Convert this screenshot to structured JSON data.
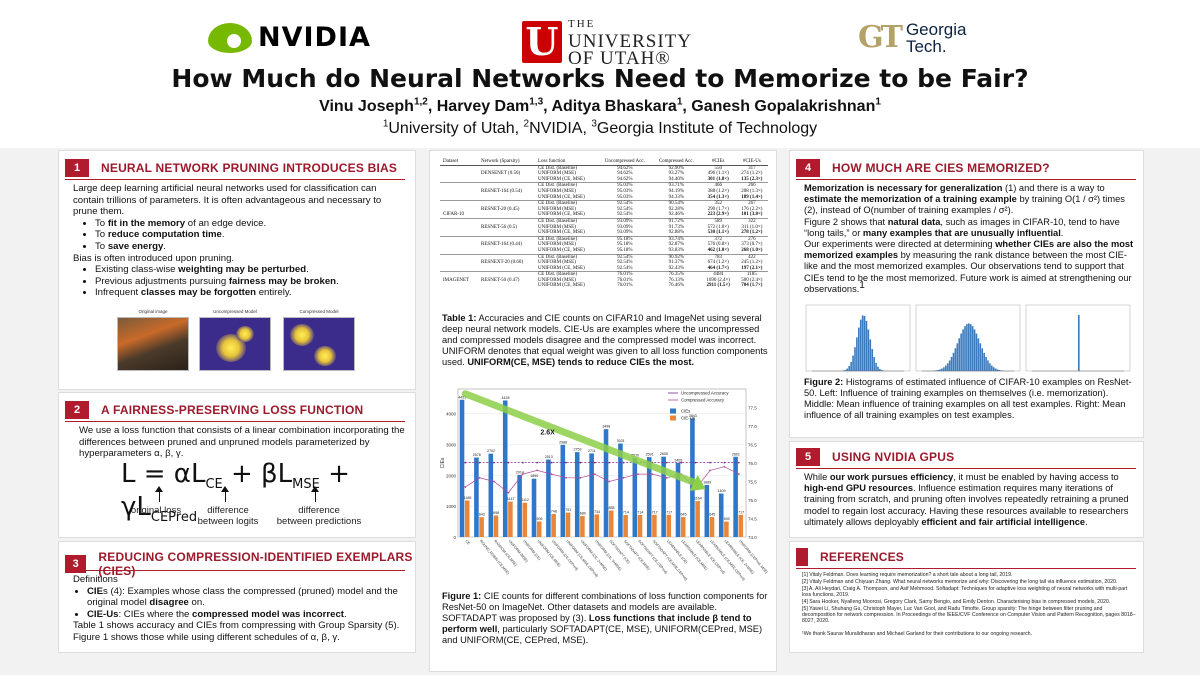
{
  "header": {
    "nvidia_logo": "NVIDIA",
    "utah_logo_the": "THE",
    "utah_logo_university": "UNIVERSITY",
    "utah_logo_of_utah": "OF UTAH®",
    "gt_logo_mark": "GT",
    "gt_logo_georgia": "Georgia",
    "gt_logo_tech": "Tech.",
    "title": "How Much do Neural Networks Need to Memorize to be Fair?",
    "authors": [
      {
        "name": "Vinu Joseph",
        "sup": "1,2"
      },
      {
        "name": "Harvey Dam",
        "sup": "1,3"
      },
      {
        "name": "Aditya Bhaskara",
        "sup": "1"
      },
      {
        "name": "Ganesh Gopalakrishnan",
        "sup": "1"
      }
    ],
    "affiliations": [
      {
        "sup": "1",
        "name": "University of Utah"
      },
      {
        "sup": "2",
        "name": "NVIDIA"
      },
      {
        "sup": "3",
        "name": "Georgia Institute of Technology"
      }
    ]
  },
  "sec1": {
    "num": "1",
    "title": "NEURAL NETWORK PRUNING INTRODUCES BIAS",
    "intro": "Large deep learning artificial neural networks used for classification can contain trillions of parameters. It is often advantageous and necessary to prune them.",
    "bullets1": [
      {
        "pre": "To ",
        "bold": "fit in the memory",
        "post": " of an edge device."
      },
      {
        "pre": "To ",
        "bold": "reduce computation time",
        "post": "."
      },
      {
        "pre": "To ",
        "bold": "save energy",
        "post": "."
      }
    ],
    "bias_line": "Bias is often introduced upon pruning.",
    "bullets2": [
      {
        "pre": "Existing class-wise ",
        "bold": "weighting may be perturbed",
        "post": "."
      },
      {
        "pre": "Previous adjustments pursuing ",
        "bold": "fairness may be broken",
        "post": "."
      },
      {
        "pre": "Infrequent ",
        "bold": "classes may be forgotten",
        "post": " entirely."
      }
    ],
    "img_captions": [
      "Original image",
      "Uncompressed Model",
      "Compressed Model"
    ]
  },
  "sec2": {
    "num": "2",
    "title": "A FAIRNESS-PRESERVING LOSS FUNCTION",
    "intro": "We use a loss function that consists of a linear combination incorporating the differences between pruned and unpruned models parameterized by hyperparameters α, β, γ.",
    "eq_lhs": "L = αL",
    "eq_sub1": "CE",
    "eq_mid1": " + βL",
    "eq_sub2": "MSE",
    "eq_mid2": " + γL",
    "eq_sub3": "CEPred",
    "cap1": "original loss",
    "cap2a": "difference",
    "cap2b": "between logits",
    "cap3a": "difference",
    "cap3b": "between predictions"
  },
  "sec3": {
    "num": "3",
    "title": "REDUCING COMPRESSION-IDENTIFIED EXEMPLARS (CIES)",
    "definitions": "Definitions",
    "d1_bold": "CIE",
    "d1_rest": "s (4): Examples whose class the compressed (pruned) model and the original model ",
    "d1_bold2": "disagree",
    "d1_end": " on.",
    "d2_bold": "CIE-Us",
    "d2_rest": ": CIEs where the ",
    "d2_bold2": "compressed model was incorrect",
    "d2_end": ".",
    "line1": "Table 1 shows accuracy and CIEs from compressing with Group Sparsity (5).",
    "line2": "Figure 1 shows those while using different schedules of α, β, γ."
  },
  "table1": {
    "headers": [
      "Dataset",
      "Network (Sparsity)",
      "Loss function",
      "Uncompressed Acc.",
      "Compressed Acc.",
      "#CIEs",
      "#CIE-Us"
    ],
    "rows": [
      [
        "",
        "",
        "CE Dist. (Baseline)",
        "94.62%",
        "92.90%",
        "550",
        "317"
      ],
      [
        "",
        "DENSENET (0.56)",
        "UNIFORM (MSE)",
        "94.62%",
        "93.27%",
        "496 (1.1×)",
        "274 (1.2×)"
      ],
      [
        "",
        "",
        "UNIFORM (CE, MSE)",
        "94.62%",
        "94.40%",
        "301 (1.8×)",
        "135 (2.3×)"
      ],
      [
        "",
        "",
        "CE Dist. (Baseline)",
        "95.03%",
        "93.71%",
        "466",
        "266"
      ],
      [
        "",
        "RESNET-164 (0.54)",
        "UNIFORM (MSE)",
        "95.03%",
        "94.19%",
        "388 (1.2×)",
        "208 (1.3×)"
      ],
      [
        "",
        "",
        "UNIFORM (CE, MSE)",
        "95.03%",
        "94.33%",
        "354 (1.3×)",
        "189 (1.4×)"
      ],
      [
        "",
        "",
        "CE Dist. (Baseline)",
        "92.54%",
        "90.54%",
        "352",
        "267"
      ],
      [
        "",
        "RESNET-20 (0.45)",
        "UNIFORM (MSE)",
        "92.54%",
        "92.28%",
        "290 (1.7×)",
        "176 (2.2×)"
      ],
      [
        "CIFAR-10",
        "",
        "UNIFORM (CE, MSE)",
        "92.54%",
        "92.46%",
        "223 (2.9×)",
        "101 (3.8×)"
      ],
      [
        "",
        "",
        "CE Dist. (Baseline)",
        "93.09%",
        "91.72%",
        "589",
        "322"
      ],
      [
        "",
        "RESNET-56 (0.5)",
        "UNIFORM (MSE)",
        "93.09%",
        "91.73%",
        "572 (1.0×)",
        "311 (1.0×)"
      ],
      [
        "",
        "",
        "UNIFORM (CE, MSE)",
        "93.09%",
        "92.88%",
        "530 (1.1×)",
        "278 (1.2×)"
      ],
      [
        "",
        "",
        "CE Dist. (Baseline)",
        "95.18%",
        "93.74%",
        "372",
        "276"
      ],
      [
        "",
        "RESNET-164 (0.44)",
        "UNIFORM (MSE)",
        "95.18%",
        "92.87%",
        "576 (0.8×)",
        "373 (0.7×)"
      ],
      [
        "",
        "",
        "UNIFORM (CE, MSE)",
        "95.18%",
        "93.83%",
        "462 (1.0×)",
        "268 (1.0×)"
      ],
      [
        "",
        "",
        "CE Dist. (Baseline)",
        "92.54%",
        "90.92%",
        "783",
        "422"
      ],
      [
        "",
        "RESNEXT-20 (0.60)",
        "UNIFORM (MSE)",
        "92.54%",
        "91.37%",
        "674 (1.2×)",
        "245 (1.2×)"
      ],
      [
        "",
        "",
        "UNIFORM (CE, MSE)",
        "92.54%",
        "92.43%",
        "464 (1.7×)",
        "197 (2.1×)"
      ],
      [
        "",
        "",
        "CE Dist. (Baseline)",
        "76.01%",
        "76.35%",
        "4484",
        "1185"
      ],
      [
        "IMAGENET",
        "RESNET-50 (0.47)",
        "UNIFORM (MSE)",
        "76.01%",
        "76.13%",
        "1690 (2.4×)",
        "500 (2.4×)"
      ],
      [
        "",
        "",
        "UNIFORM (CE, MSE)",
        "76.01%",
        "76.46%",
        "2911 (1.5×)",
        "704 (1.7×)"
      ]
    ],
    "caption_bold": "Table 1:",
    "caption": " Accuracies and CIE counts on CIFAR10 and ImageNet using several deep neural network models. CIE-Us are examples where the uncompressed and compressed models disagree and the compressed model was incorrect. UNIFORM denotes that equal weight was given to all loss function components used. ",
    "caption_end_bold": "UNIFORM(CE, MSE) tends to reduce CIEs the most."
  },
  "chart_data": [
    {
      "type": "bar",
      "categories": [
        "CE",
        "ROUND_ROBIN (CE,MSE)",
        "RANDOM (CE,MSE)",
        "UNIFORM (MSE)",
        "UNIFORM (CE)",
        "UNIFORM (CE,MSE)",
        "UNIFORM (CE,CEPred)",
        "UNIFORM (CE,MSE,CEPred)",
        "UNIFORM (CE, 2×MSE)",
        "UNIFORM (CE, 3×MSE)",
        "SOFTADAPT (CE)",
        "SOFTADAPT (CE,MSE)",
        "SOFTADAPT (CE,CEPred)",
        "SOFTADAPT (CE,MSE,CEPred)",
        "LEARNABLE (CE)",
        "LEARNABLE (CE,MSE)",
        "LEARNABLE (CE,CEPred)",
        "LEARNABLE (CE,MSE,CEPred)",
        "LEARNABLE (CE, 2×MSE)",
        "UNIFORM (CEPred, MSE)"
      ],
      "series": [
        {
          "name": "CIEs",
          "values": [
            4451,
            2578,
            2702,
            4428,
            2014,
            1890,
            2513,
            2988,
            2753,
            2711,
            3498,
            3031,
            2570,
            2591,
            2605,
            2405,
            3843,
            1689,
            1409,
            2601
          ]
        },
        {
          "name": "CIE-Us",
          "values": [
            1185,
            643,
            698,
            1147,
            1112,
            505,
            748,
            791,
            680,
            734,
            858,
            714,
            714,
            717,
            717,
            645,
            1164,
            645,
            500,
            717
          ]
        }
      ],
      "line_series": [
        {
          "name": "Uncompressed Accuracy",
          "values": [
            76.01,
            76.01,
            76.01,
            76.01,
            76.01,
            76.01,
            76.01,
            76.01,
            76.01,
            76.01,
            76.01,
            76.01,
            76.01,
            76.01,
            76.01,
            76.01,
            76.01,
            76.01,
            76.01,
            76.01
          ]
        },
        {
          "name": "Compressed Accuracy",
          "values": [
            75.35,
            75.6,
            75.5,
            75.2,
            75.7,
            75.8,
            75.7,
            75.6,
            75.6,
            75.7,
            75.5,
            75.6,
            75.7,
            75.7,
            75.6,
            75.7,
            75.3,
            75.8,
            75.9,
            75.7
          ]
        }
      ],
      "ylabel": "CIEs",
      "ylim": [
        0,
        4800
      ],
      "y2lim": [
        74.0,
        78.0
      ],
      "yticks": [
        0,
        1000,
        2000,
        3000,
        4000
      ],
      "y2ticks": [
        "74.0",
        "74.5",
        "75.0",
        "75.5",
        "76.0",
        "76.5",
        "77.0",
        "77.5"
      ],
      "annotation": "2.6X",
      "legend": "top-right",
      "colors": {
        "bars1": "#2e78c8",
        "bars2": "#e8873a",
        "arrow": "#8ecf4a"
      }
    }
  ],
  "fig1": {
    "caption_bold": "Figure 1:",
    "caption": " CIE counts for different combinations of loss function components for ResNet-50 on ImageNet. Other datasets and models are available. SOFTADAPT was proposed by (3). ",
    "caption_bold2": "Loss functions that include β tend to perform well",
    "caption_end": ", particularly SOFTADAPT(CE, MSE), UNIFORM(CEPred, MSE) and UNIFORM(CE, CEPred, MSE)."
  },
  "sec4": {
    "num": "4",
    "title": "HOW MUCH ARE CIES MEMORIZED?",
    "p1_bold": "Memorization is necessary for generalization",
    "p1_a": " (1) and there is a way to ",
    "p1_bold2": "estimate the memorization of a training example",
    "p1_b": " by training O(1 / σ²) times (2), instead of O(number of training examples / σ²).",
    "p2_a": "Figure 2 shows that ",
    "p2_bold": "natural data",
    "p2_b": ", such as images in CIFAR-10, tend to have “long tails,” or ",
    "p2_bold2": "many examples that are unusually influential",
    "p2_c": ".",
    "p3_a": "Our experiments were directed at determining ",
    "p3_bold": "whether CIEs are also the most memorized examples",
    "p3_b": " by measuring the rank distance between the most CIE-like and the most memorized examples. Our observations tend to support that CIEs tend to be the most memorized. Future work is aimed at strengthening our observations.",
    "p3_sup": "1",
    "fig2_caption_bold": "Figure 2:",
    "fig2_caption": " Histograms of estimated influence of CIFAR-10 examples on ResNet-50. Left: Influence of training examples on themselves (i.e. memorization). Middle: Mean influence of training examples on all test examples. Right: Mean influence of all training examples on test examples."
  },
  "sec5": {
    "num": "5",
    "title": "USING NVIDIA GPUS",
    "p_a": "While ",
    "p_bold": "our work pursues efficiency",
    "p_b": ", it must be enabled by having access to ",
    "p_bold2": "high-end GPU resources",
    "p_c": ". Influence estimation requires many iterations of training from scratch, and pruning often involves repeatedly retraining a pruned model to regain lost accuracy. Having these resources available to researchers ultimately allows deployably ",
    "p_bold3": "efficient and fair artificial intelligence",
    "p_d": "."
  },
  "refs": {
    "title": "REFERENCES",
    "items": [
      "[1] Vitaly Feldman. Does learning require memorization? a short tale about a long tail, 2019.",
      "[2] Vitaly Feldman and Chiyuan Zhang. What neural networks memorize and why: Discovering the long tail via influence estimation, 2020.",
      "[3] A. Ali Heydari, Craig A. Thompson, and Asif Mehmood. Softadapt: Techniques for adaptive loss weighting of neural networks with multi-part loss functions, 2019.",
      "[4] Sara Hooker, Nyalleng Moorosi, Gregory Clark, Samy Bengio, and Emily Denton. Characterising bias in compressed models, 2020.",
      "[5] Yawei Li, Shuhang Gu, Christoph Mayer, Luc Van Gool, and Radu Timofte. Group sparsity: The hinge between filter pruning and decomposition for network compression. In Proceedings of the IEEE/CVF Conference on Computer Vision and Pattern Recognition, pages 8018–8027, 2020."
    ],
    "thanks": "¹We thank Saurav Muralidharan and Michael Garland for their contributions to our ongoing research."
  }
}
